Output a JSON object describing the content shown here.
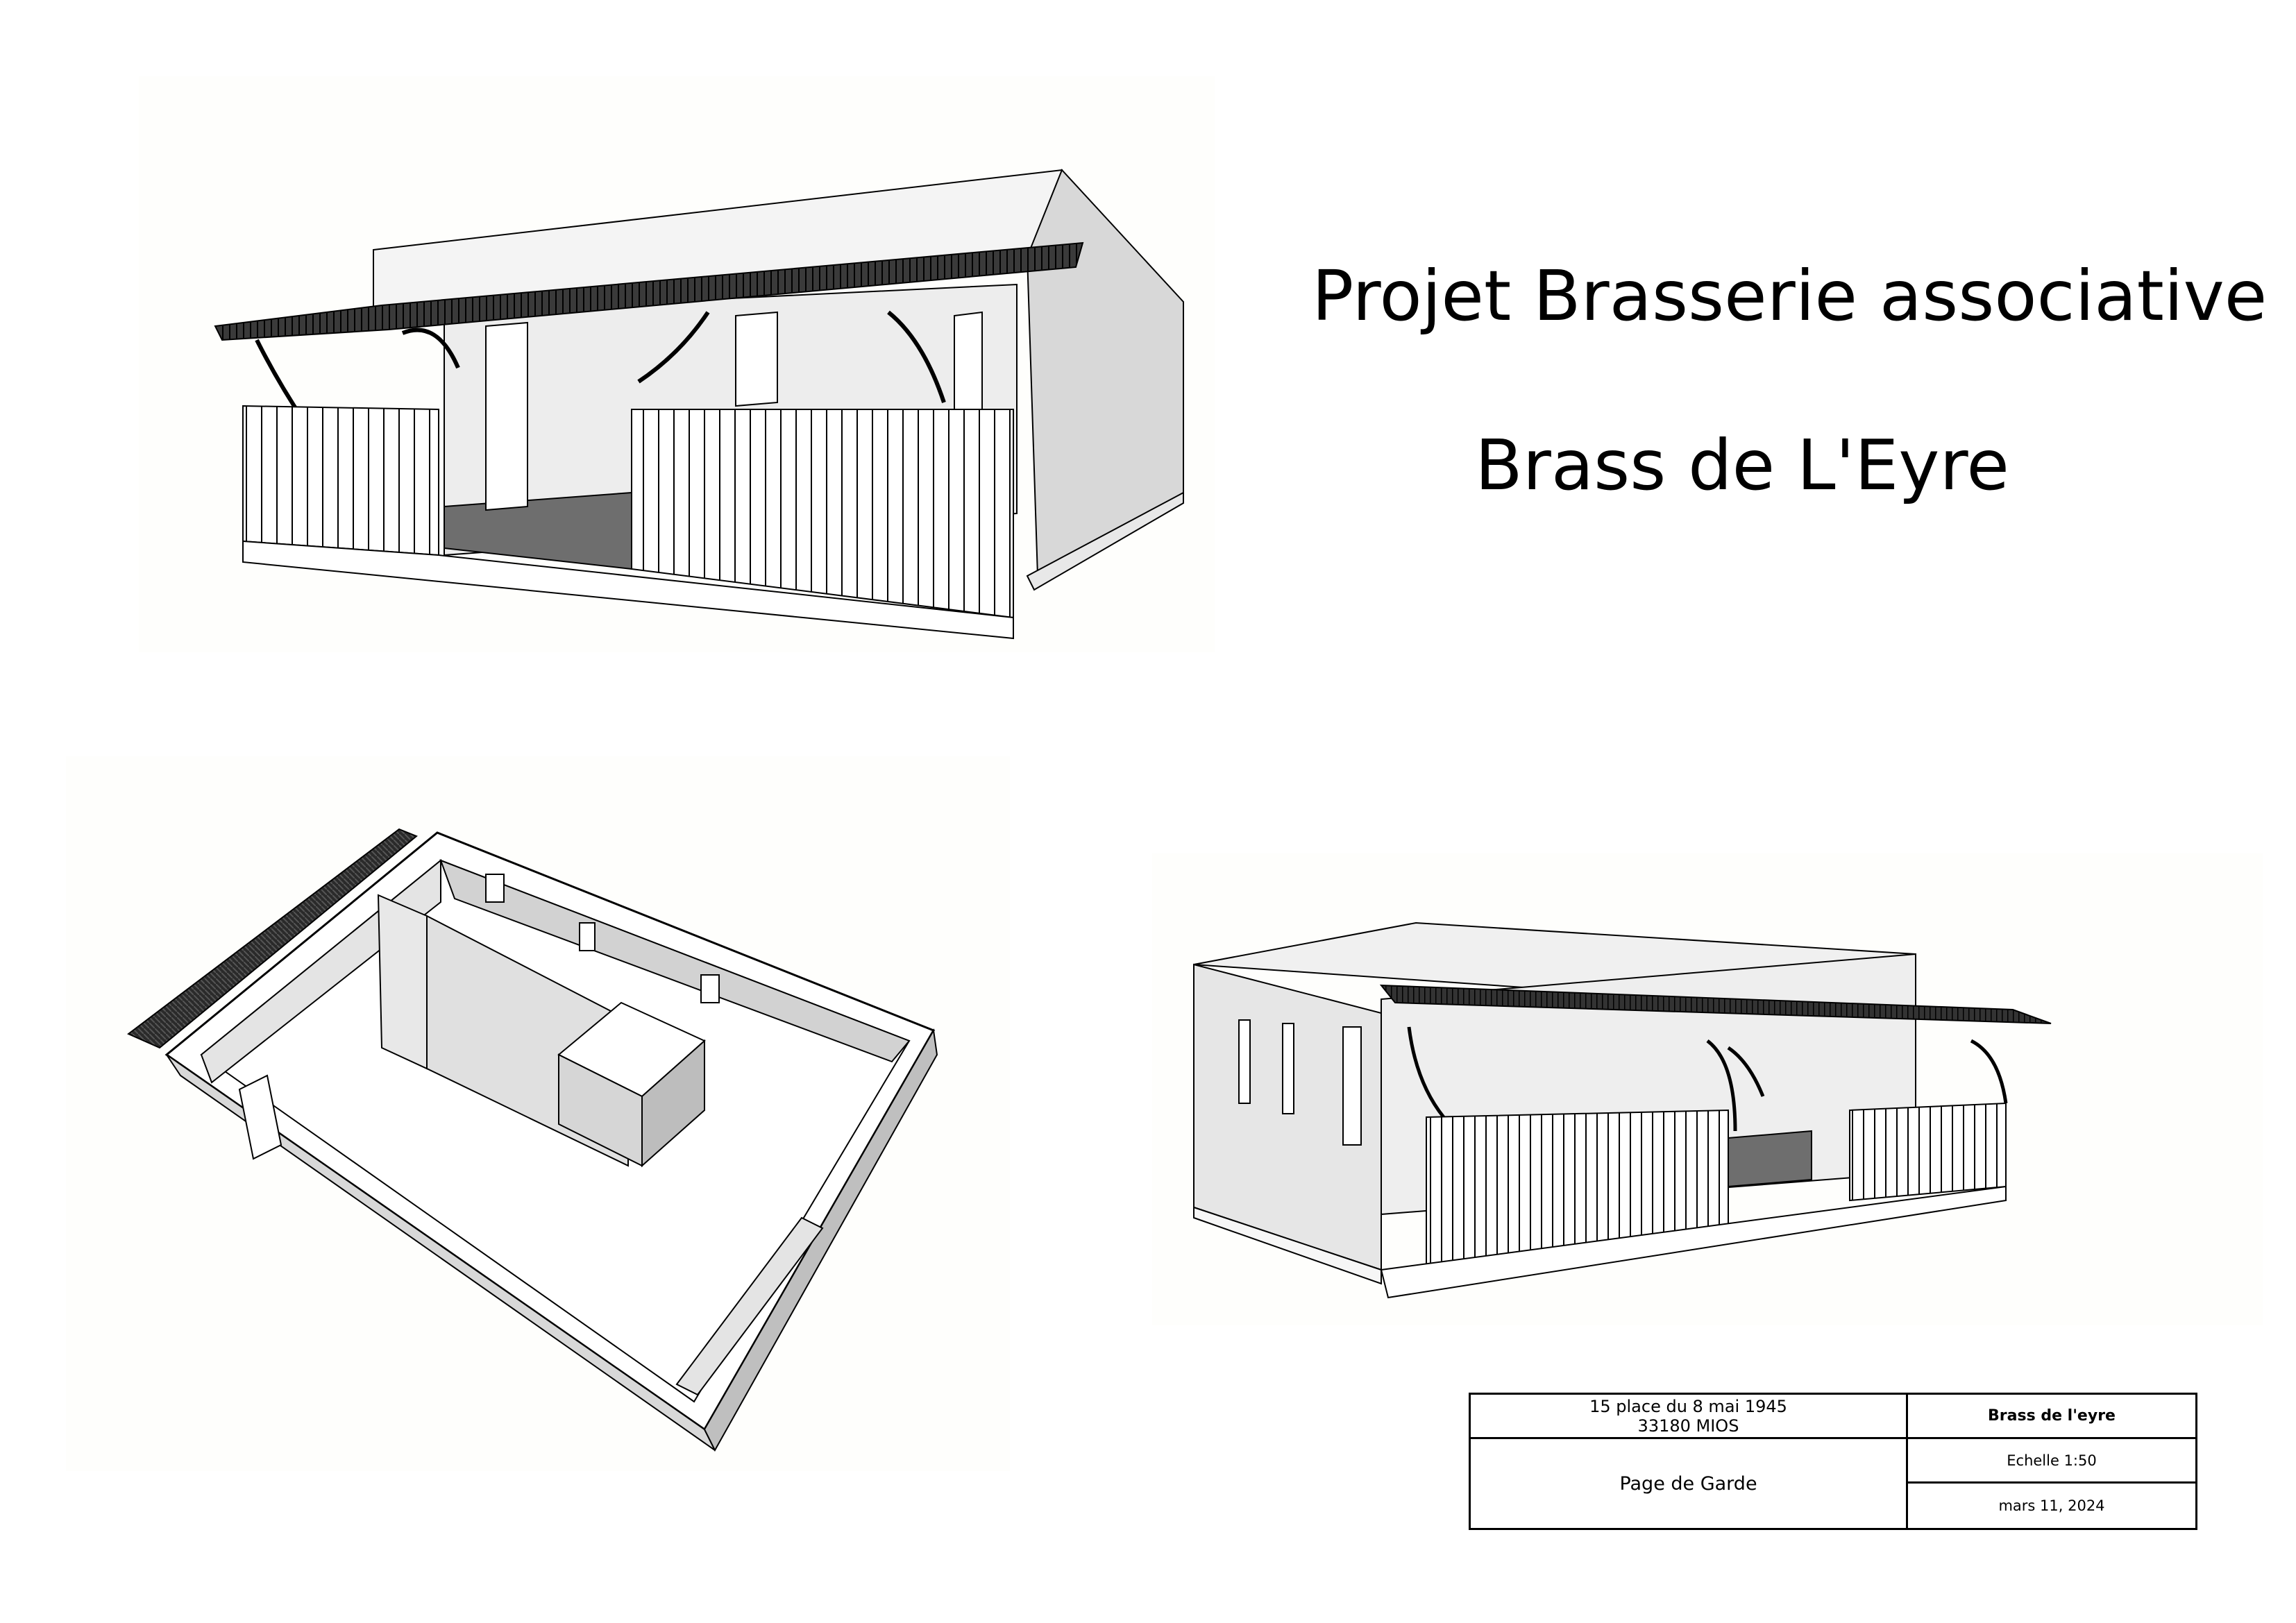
{
  "title": {
    "line1": "Projet Brasserie associative",
    "line2": "Brass de L'Eyre"
  },
  "cartouche": {
    "address_line1": "15 place du 8 mai 1945",
    "address_line2": "33180 MIOS",
    "project": "Brass de l'eyre",
    "page": "Page de Garde",
    "scale": "Echelle  1:50",
    "date": "mars 11, 2024"
  },
  "colors": {
    "wall_light": "#ececec",
    "wall_mid": "#d9d9d9",
    "wall_dark": "#c2c2c2",
    "floor_dark": "#6e6e6e",
    "roof": "#2a2a2a",
    "line": "#000000"
  }
}
